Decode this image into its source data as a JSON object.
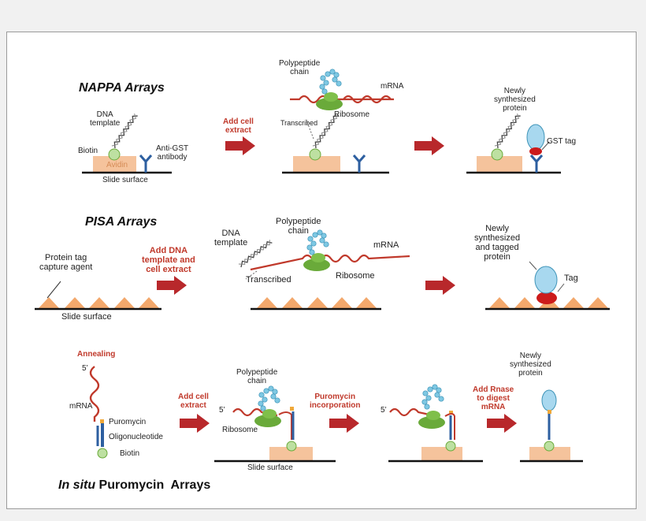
{
  "colors": {
    "arrow": "#b8282b",
    "mrna": "#c0392b",
    "ribosome": "#6aaa3a",
    "bead": "#bde0a1",
    "avidin": "#f5c39c",
    "antibody": "#2d5fa0",
    "polypeptide": "#7ec8e3",
    "protein": "#a8d8ef",
    "gst_tag": "#cc1b1b",
    "triangle": "#f3a86c",
    "puromycin": "#f0a93a",
    "oligo": "#2d5fa0"
  },
  "nappa": {
    "title": "NAPPA Arrays",
    "dna_template": "DNA\ntemplate",
    "biotin": "Biotin",
    "avidin": "Avidin",
    "anti_gst": "Anti-GST\nantibody",
    "slide_surface": "Slide surface",
    "add_cell_extract": "Add cell\nextract",
    "polypeptide_chain": "Polypeptide\nchain",
    "mrna": "mRNA",
    "transcribed": "Transcribed",
    "ribosome": "Ribosome",
    "newly_synthesized": "Newly\nsynthesized\nprotein",
    "gst_tag": "GST tag"
  },
  "pisa": {
    "title": "PISA Arrays",
    "protein_tag": "Protein tag\ncapture agent",
    "slide_surface": "Slide surface",
    "add_dna": "Add DNA\ntemplate and\ncell extract",
    "dna_template": "DNA\ntemplate",
    "polypeptide_chain": "Polypeptide\nchain",
    "mrna": "mRNA",
    "transcribed": "Transcribed",
    "ribosome": "Ribosome",
    "newly_tagged": "Newly\nsynthesized\nand tagged\nprotein",
    "tag": "Tag"
  },
  "insitu": {
    "title_italic": "In situ",
    "title_rest": " Puromycin  Arrays",
    "annealing": "Annealing",
    "five_prime": "5’",
    "mrna": "mRNA",
    "puromycin": "Puromycin",
    "oligonucleotide": "Oligonucleotide",
    "biotin": "Biotin",
    "add_cell_extract": "Add cell\nextract",
    "polypeptide_chain": "Polypeptide\nchain",
    "ribosome": "Ribosome",
    "slide_surface": "Slide surface",
    "puromycin_incorporation": "Puromycin\nincorporation",
    "add_rnase": "Add Rnase\nto digest\nmRNA",
    "newly_synthesized": "Newly\nsynthesized\nprotein"
  }
}
